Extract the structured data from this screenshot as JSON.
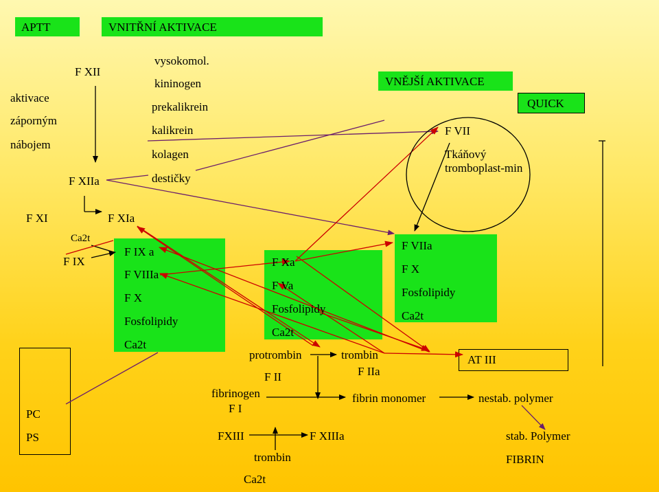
{
  "header": {
    "aptt": "APTT",
    "intrinsic": "VNITŘNÍ AKTIVACE"
  },
  "left_note": {
    "line1": "aktivace",
    "line2": "záporným",
    "line3": "nábojem"
  },
  "contact": {
    "fxii": "F XII",
    "fxiia": "F XIIa",
    "cofactors": [
      "vysokomol.",
      "kininogen",
      "prekalikrein",
      "kalikrein",
      "kolagen",
      "destičky"
    ]
  },
  "extrinsic": {
    "title": "VNĚJŠÍ AKTIVACE",
    "quick": "QUICK",
    "fvii": "F VII",
    "tissue1": "Tkáňový",
    "tissue2": "tromboplast-min"
  },
  "cascade": {
    "fxi": "F XI",
    "fxia": "F XIa",
    "ca_small": "Ca2t",
    "fix": "F IX",
    "tenase": [
      "F IX a",
      "F VIIIa",
      "F X",
      "Fosfolipidy",
      "Ca2t"
    ],
    "prothrombinase": [
      "F Xa",
      "F Va",
      "Fosfolipidy",
      "Ca2t"
    ],
    "extrinsic_complex": [
      "F VIIa",
      "F X",
      "Fosfolipidy",
      "Ca2t"
    ]
  },
  "thrombin": {
    "protrombin": "protrombin",
    "fii": "F II",
    "trombin": "trombin",
    "fiia": "F IIa",
    "at3": "AT III"
  },
  "fibrin": {
    "fibrinogen": "fibrinogen",
    "fi": "F I",
    "monomer": "fibrin monomer",
    "unstable": "nestab. polymer",
    "stable": "stab. Polymer",
    "fibrin": "FIBRIN"
  },
  "factor13": {
    "fxiii": "FXIII",
    "fxiiia": "F XIIIa",
    "trombin": "trombin",
    "ca": "Ca2t"
  },
  "pc": "PC",
  "ps": "PS",
  "colors": {
    "green": "#19e319",
    "arrow_red": "#cc0000",
    "bg_top": "#fff8b0",
    "bg_bottom": "#ffc400"
  }
}
